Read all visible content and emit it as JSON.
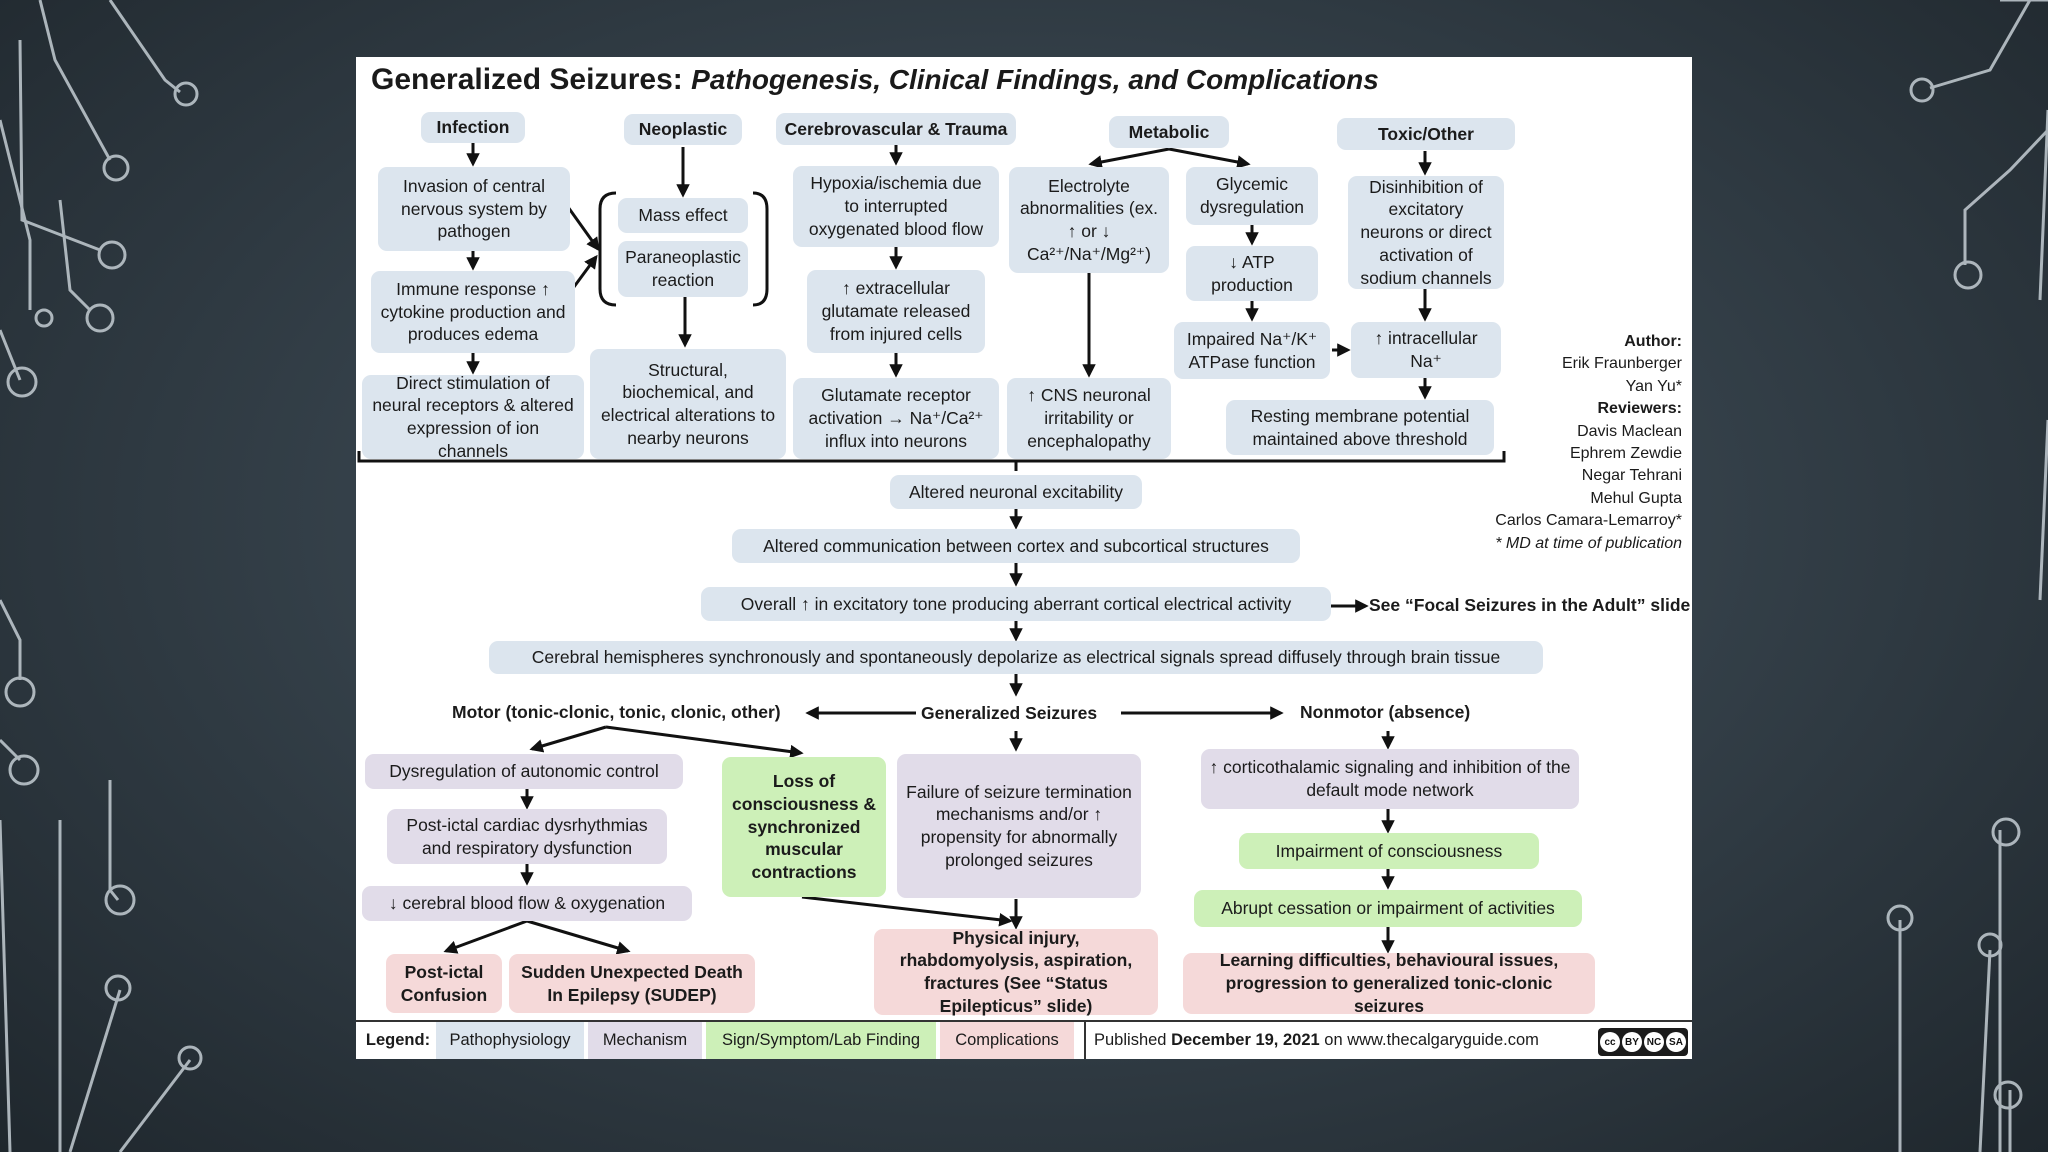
{
  "title": {
    "main": "Generalized Seizures:",
    "sub": "Pathogenesis, Clinical Findings, and Complications"
  },
  "causes": {
    "infection": {
      "header": "Infection",
      "step1": "Invasion of central nervous system by pathogen",
      "step2": "Immune response ↑ cytokine production and produces edema",
      "step3": "Direct stimulation of neural receptors & altered expression of ion channels"
    },
    "neoplastic": {
      "header": "Neoplastic",
      "mass": "Mass effect",
      "para": "Paraneoplastic reaction",
      "result": "Structural, biochemical, and electrical alterations to nearby neurons"
    },
    "cerebrovascular": {
      "header": "Cerebrovascular & Trauma",
      "step1": "Hypoxia/ischemia due to interrupted oxygenated blood flow",
      "step2": "↑ extracellular glutamate released from injured cells",
      "step3": "Glutamate receptor activation → Na⁺/Ca²⁺ influx into neurons"
    },
    "metabolic": {
      "header": "Metabolic",
      "electrolyte": "Electrolyte abnormalities (ex. ↑ or ↓ Ca²⁺/Na⁺/Mg²⁺)",
      "cns": "↑ CNS neuronal irritability or encephalopathy",
      "glycemic": "Glycemic dysregulation",
      "atp": "↓ ATP production",
      "atpase": "Impaired Na⁺/K⁺ ATPase function"
    },
    "toxic": {
      "header": "Toxic/Other",
      "step1": "Disinhibition of excitatory neurons or direct activation of sodium channels",
      "step2": "↑ intracellular Na⁺"
    },
    "resting": "Resting membrane potential maintained above threshold"
  },
  "flow": {
    "excitability": "Altered neuronal excitability",
    "communication": "Altered communication between cortex and subcortical structures",
    "tone": "Overall ↑ in excitatory tone producing aberrant cortical electrical activity",
    "focal": "See “Focal Seizures in the Adult” slide",
    "hemispheres": "Cerebral hemispheres synchronously and spontaneously depolarize as electrical signals spread diffusely through brain tissue",
    "generalized": "Generalized Seizures"
  },
  "motor": {
    "label": "Motor (tonic-clonic, tonic, clonic, other)",
    "autonomic": "Dysregulation of autonomic control",
    "cardiac": "Post-ictal cardiac dysrhythmias and respiratory dysfunction",
    "blood": "↓ cerebral blood flow & oxygenation",
    "confusion": "Post-ictal Confusion",
    "sudep": "Sudden Unexpected Death In Epilepsy (SUDEP)",
    "loss": "Loss of consciousness & synchronized muscular contractions"
  },
  "failure": "Failure of seizure termination mechanisms and/or ↑ propensity for abnormally prolonged seizures",
  "injury": "Physical injury, rhabdomyolysis, aspiration, fractures (See “Status Epilepticus” slide)",
  "nonmotor": {
    "label": "Nonmotor (absence)",
    "cortico": "↑ corticothalamic signaling and inhibition of the default mode network",
    "impairment": "Impairment of consciousness",
    "abrupt": "Abrupt cessation or impairment of activities",
    "learning": "Learning difficulties, behavioural issues, progression to generalized tonic-clonic seizures"
  },
  "authors": {
    "author_label": "Author",
    "authors": [
      "Erik Fraunberger",
      "Yan Yu*"
    ],
    "reviewer_label": "Reviewers",
    "reviewers": [
      "Davis Maclean",
      "Ephrem Zewdie",
      "Negar Tehrani",
      "Mehul Gupta",
      "Carlos Camara-Lemarroy*"
    ],
    "note": "* MD at time of publication"
  },
  "legend": {
    "label": "Legend:",
    "items": [
      "Pathophysiology",
      "Mechanism",
      "Sign/Symptom/Lab Finding",
      "Complications"
    ],
    "published_prefix": "Published",
    "published_date": "December 19, 2021",
    "published_suffix": "on www.thecalgaryguide.com"
  },
  "colors": {
    "pathophysiology": "#dce5ee",
    "mechanism": "#e1dce9",
    "sign": "#cdf0b8",
    "complications": "#f5d9d9"
  },
  "icons": {
    "license": "cc-by-nc-sa-icon"
  }
}
